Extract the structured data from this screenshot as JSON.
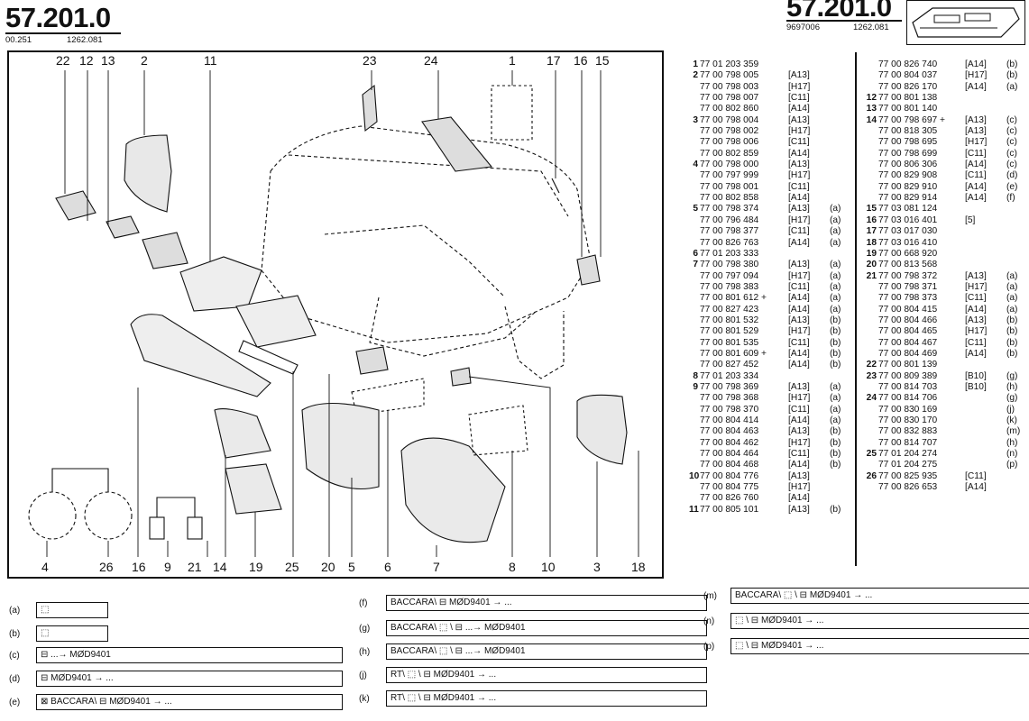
{
  "header": {
    "left_number": "57.201.0",
    "left_codes": [
      "00.251",
      "1262.081"
    ],
    "right_number": "57.201.0",
    "right_codes": [
      "9697006",
      "1262.081"
    ]
  },
  "callouts_top": [
    "22",
    "12",
    "13",
    "2",
    "11",
    "23",
    "24",
    "1",
    "17",
    "16",
    "15"
  ],
  "callouts_bottom": [
    "4",
    "26",
    "16",
    "9",
    "21",
    "14",
    "19",
    "25",
    "20",
    "5",
    "6",
    "7",
    "8",
    "10",
    "3",
    "18"
  ],
  "parts_col1": [
    {
      "idx": "1",
      "ref": "77 01 203 359",
      "tag": "",
      "note": ""
    },
    {
      "idx": "2",
      "ref": "77 00 798 005",
      "tag": "[A13]",
      "note": ""
    },
    {
      "idx": "",
      "ref": "77 00 798 003",
      "tag": "[H17]",
      "note": ""
    },
    {
      "idx": "",
      "ref": "77 00 798 007",
      "tag": "[C11]",
      "note": ""
    },
    {
      "idx": "",
      "ref": "77 00 802 860",
      "tag": "[A14]",
      "note": ""
    },
    {
      "idx": "3",
      "ref": "77 00 798 004",
      "tag": "[A13]",
      "note": ""
    },
    {
      "idx": "",
      "ref": "77 00 798 002",
      "tag": "[H17]",
      "note": ""
    },
    {
      "idx": "",
      "ref": "77 00 798 006",
      "tag": "[C11]",
      "note": ""
    },
    {
      "idx": "",
      "ref": "77 00 802 859",
      "tag": "[A14]",
      "note": ""
    },
    {
      "idx": "4",
      "ref": "77 00 798 000",
      "tag": "[A13]",
      "note": ""
    },
    {
      "idx": "",
      "ref": "77 00 797 999",
      "tag": "[H17]",
      "note": ""
    },
    {
      "idx": "",
      "ref": "77 00 798 001",
      "tag": "[C11]",
      "note": ""
    },
    {
      "idx": "",
      "ref": "77 00 802 858",
      "tag": "[A14]",
      "note": ""
    },
    {
      "idx": "5",
      "ref": "77 00 798 374",
      "tag": "[A13]",
      "note": "(a)"
    },
    {
      "idx": "",
      "ref": "77 00 796 484",
      "tag": "[H17]",
      "note": "(a)"
    },
    {
      "idx": "",
      "ref": "77 00 798 377",
      "tag": "[C11]",
      "note": "(a)"
    },
    {
      "idx": "",
      "ref": "77 00 826 763",
      "tag": "[A14]",
      "note": "(a)"
    },
    {
      "idx": "6",
      "ref": "77 01 203 333",
      "tag": "",
      "note": ""
    },
    {
      "idx": "7",
      "ref": "77 00 798 380",
      "tag": "[A13]",
      "note": "(a)"
    },
    {
      "idx": "",
      "ref": "77 00 797 094",
      "tag": "[H17]",
      "note": "(a)"
    },
    {
      "idx": "",
      "ref": "77 00 798 383",
      "tag": "[C11]",
      "note": "(a)"
    },
    {
      "idx": "",
      "ref": "77 00 801 612 +",
      "tag": "[A14]",
      "note": "(a)"
    },
    {
      "idx": "",
      "ref": "77 00 827 423",
      "tag": "[A14]",
      "note": "(a)"
    },
    {
      "idx": "",
      "ref": "77 00 801 532",
      "tag": "[A13]",
      "note": "(b)"
    },
    {
      "idx": "",
      "ref": "77 00 801 529",
      "tag": "[H17]",
      "note": "(b)"
    },
    {
      "idx": "",
      "ref": "77 00 801 535",
      "tag": "[C11]",
      "note": "(b)"
    },
    {
      "idx": "",
      "ref": "77 00 801 609 +",
      "tag": "[A14]",
      "note": "(b)"
    },
    {
      "idx": "",
      "ref": "77 00 827 452",
      "tag": "[A14]",
      "note": "(b)"
    },
    {
      "idx": "8",
      "ref": "77 01 203 334",
      "tag": "",
      "note": ""
    },
    {
      "idx": "9",
      "ref": "77 00 798 369",
      "tag": "[A13]",
      "note": "(a)"
    },
    {
      "idx": "",
      "ref": "77 00 798 368",
      "tag": "[H17]",
      "note": "(a)"
    },
    {
      "idx": "",
      "ref": "77 00 798 370",
      "tag": "[C11]",
      "note": "(a)"
    },
    {
      "idx": "",
      "ref": "77 00 804 414",
      "tag": "[A14]",
      "note": "(a)"
    },
    {
      "idx": "",
      "ref": "77 00 804 463",
      "tag": "[A13]",
      "note": "(b)"
    },
    {
      "idx": "",
      "ref": "77 00 804 462",
      "tag": "[H17]",
      "note": "(b)"
    },
    {
      "idx": "",
      "ref": "77 00 804 464",
      "tag": "[C11]",
      "note": "(b)"
    },
    {
      "idx": "",
      "ref": "77 00 804 468",
      "tag": "[A14]",
      "note": "(b)"
    },
    {
      "idx": "10",
      "ref": "77 00 804 776",
      "tag": "[A13]",
      "note": ""
    },
    {
      "idx": "",
      "ref": "77 00 804 775",
      "tag": "[H17]",
      "note": ""
    },
    {
      "idx": "",
      "ref": "77 00 826 760",
      "tag": "[A14]",
      "note": ""
    },
    {
      "idx": "11",
      "ref": "77 00 805 101",
      "tag": "[A13]",
      "note": "(b)"
    }
  ],
  "parts_col2": [
    {
      "idx": "",
      "ref": "77 00 826 740",
      "tag": "[A14]",
      "note": "(b)"
    },
    {
      "idx": "",
      "ref": "77 00 804 037",
      "tag": "[H17]",
      "note": "(b)"
    },
    {
      "idx": "",
      "ref": "77 00 826 170",
      "tag": "[A14]",
      "note": "(a)"
    },
    {
      "idx": "12",
      "ref": "77 00 801 138",
      "tag": "",
      "note": ""
    },
    {
      "idx": "13",
      "ref": "77 00 801 140",
      "tag": "",
      "note": ""
    },
    {
      "idx": "14",
      "ref": "77 00 798 697 +",
      "tag": "[A13]",
      "note": "(c)"
    },
    {
      "idx": "",
      "ref": "77 00 818 305",
      "tag": "[A13]",
      "note": "(c)"
    },
    {
      "idx": "",
      "ref": "77 00 798 695",
      "tag": "[H17]",
      "note": "(c)"
    },
    {
      "idx": "",
      "ref": "77 00 798 699",
      "tag": "[C11]",
      "note": "(c)"
    },
    {
      "idx": "",
      "ref": "77 00 806 306",
      "tag": "[A14]",
      "note": "(c)"
    },
    {
      "idx": "",
      "ref": "77 00 829 908",
      "tag": "[C11]",
      "note": "(d)"
    },
    {
      "idx": "",
      "ref": "77 00 829 910",
      "tag": "[A14]",
      "note": "(e)"
    },
    {
      "idx": "",
      "ref": "77 00 829 914",
      "tag": "[A14]",
      "note": "(f)"
    },
    {
      "idx": "15",
      "ref": "77 03 081 124",
      "tag": "",
      "note": ""
    },
    {
      "idx": "16",
      "ref": "77 03 016 401",
      "tag": "[5]",
      "note": ""
    },
    {
      "idx": "17",
      "ref": "77 03 017 030",
      "tag": "",
      "note": ""
    },
    {
      "idx": "18",
      "ref": "77 03 016 410",
      "tag": "",
      "note": ""
    },
    {
      "idx": "19",
      "ref": "77 00 668 920",
      "tag": "",
      "note": ""
    },
    {
      "idx": "20",
      "ref": "77 00 813 568",
      "tag": "",
      "note": ""
    },
    {
      "idx": "21",
      "ref": "77 00 798 372",
      "tag": "[A13]",
      "note": "(a)"
    },
    {
      "idx": "",
      "ref": "77 00 798 371",
      "tag": "[H17]",
      "note": "(a)"
    },
    {
      "idx": "",
      "ref": "77 00 798 373",
      "tag": "[C11]",
      "note": "(a)"
    },
    {
      "idx": "",
      "ref": "77 00 804 415",
      "tag": "[A14]",
      "note": "(a)"
    },
    {
      "idx": "",
      "ref": "77 00 804 466",
      "tag": "[A13]",
      "note": "(b)"
    },
    {
      "idx": "",
      "ref": "77 00 804 465",
      "tag": "[H17]",
      "note": "(b)"
    },
    {
      "idx": "",
      "ref": "77 00 804 467",
      "tag": "[C11]",
      "note": "(b)"
    },
    {
      "idx": "",
      "ref": "77 00 804 469",
      "tag": "[A14]",
      "note": "(b)"
    },
    {
      "idx": "22",
      "ref": "77 00 801 139",
      "tag": "",
      "note": ""
    },
    {
      "idx": "23",
      "ref": "77 00 809 389",
      "tag": "[B10]",
      "note": "(g)"
    },
    {
      "idx": "",
      "ref": "77 00 814 703",
      "tag": "[B10]",
      "note": "(h)"
    },
    {
      "idx": "24",
      "ref": "77 00 814 706",
      "tag": "",
      "note": "(g)"
    },
    {
      "idx": "",
      "ref": "77 00 830 169",
      "tag": "",
      "note": "(j)"
    },
    {
      "idx": "",
      "ref": "77 00 830 170",
      "tag": "",
      "note": "(k)"
    },
    {
      "idx": "",
      "ref": "77 00 832 883",
      "tag": "",
      "note": "(m)"
    },
    {
      "idx": "",
      "ref": "77 00 814 707",
      "tag": "",
      "note": "(h)"
    },
    {
      "idx": "25",
      "ref": "77 01 204 274",
      "tag": "",
      "note": "(n)"
    },
    {
      "idx": "",
      "ref": "77 01 204 275",
      "tag": "",
      "note": "(p)"
    },
    {
      "idx": "26",
      "ref": "77 00 825 935",
      "tag": "[C11]",
      "note": ""
    },
    {
      "idx": "",
      "ref": "77 00 826 653",
      "tag": "[A14]",
      "note": ""
    }
  ],
  "legend": [
    {
      "key": "(a)",
      "text": "⬚"
    },
    {
      "key": "(b)",
      "text": "⬚"
    },
    {
      "key": "(c)",
      "text": "⊟ ...→ MØD9401"
    },
    {
      "key": "(d)",
      "text": "⊟ MØD9401 → ..."
    },
    {
      "key": "(e)",
      "text": "⊠ BACCARA\\ ⊟ MØD9401 → ..."
    },
    {
      "key": "(f)",
      "text": "BACCARA\\ ⊟ MØD9401 → ..."
    },
    {
      "key": "(g)",
      "text": "BACCARA\\ ⬚ \\ ⊟ ...→ MØD9401"
    },
    {
      "key": "(h)",
      "text": "BACCARA\\ ⬚ \\ ⊟ ...→ MØD9401"
    },
    {
      "key": "(j)",
      "text": "RT\\ ⬚ \\ ⊟ MØD9401 → ..."
    },
    {
      "key": "(k)",
      "text": "RT\\ ⬚ \\ ⊟ MØD9401 → ..."
    },
    {
      "key": "(m)",
      "text": "BACCARA\\ ⬚ \\ ⊟ MØD9401 → ..."
    },
    {
      "key": "(n)",
      "text": "⬚ \\ ⊟ MØD9401 → ..."
    },
    {
      "key": "(p)",
      "text": "⬚ \\ ⊟ MØD9401 → ..."
    }
  ]
}
